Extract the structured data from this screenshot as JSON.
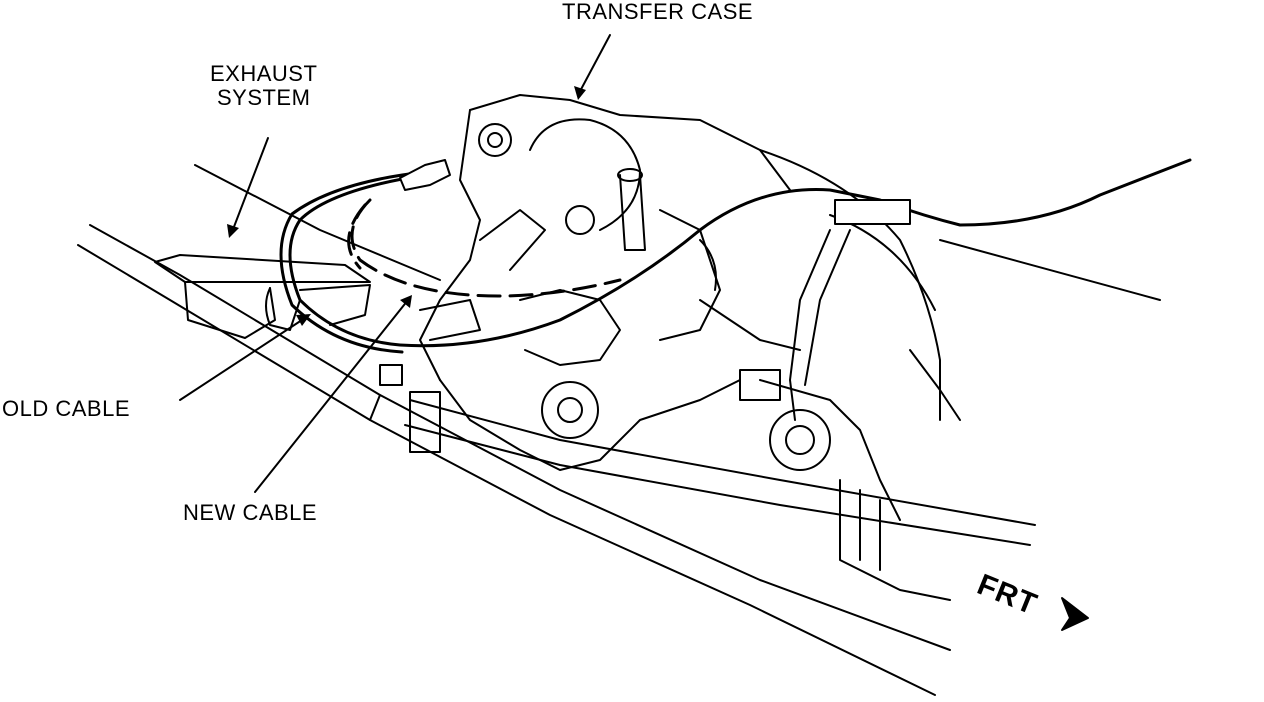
{
  "labels": {
    "transfer_case": "TRANSFER CASE",
    "exhaust_line1": "EXHAUST",
    "exhaust_line2": "SYSTEM",
    "old_cable": "OLD CABLE",
    "new_cable": "NEW CABLE",
    "front": "FRT"
  },
  "colors": {
    "ink": "#000000",
    "paper": "#ffffff"
  }
}
